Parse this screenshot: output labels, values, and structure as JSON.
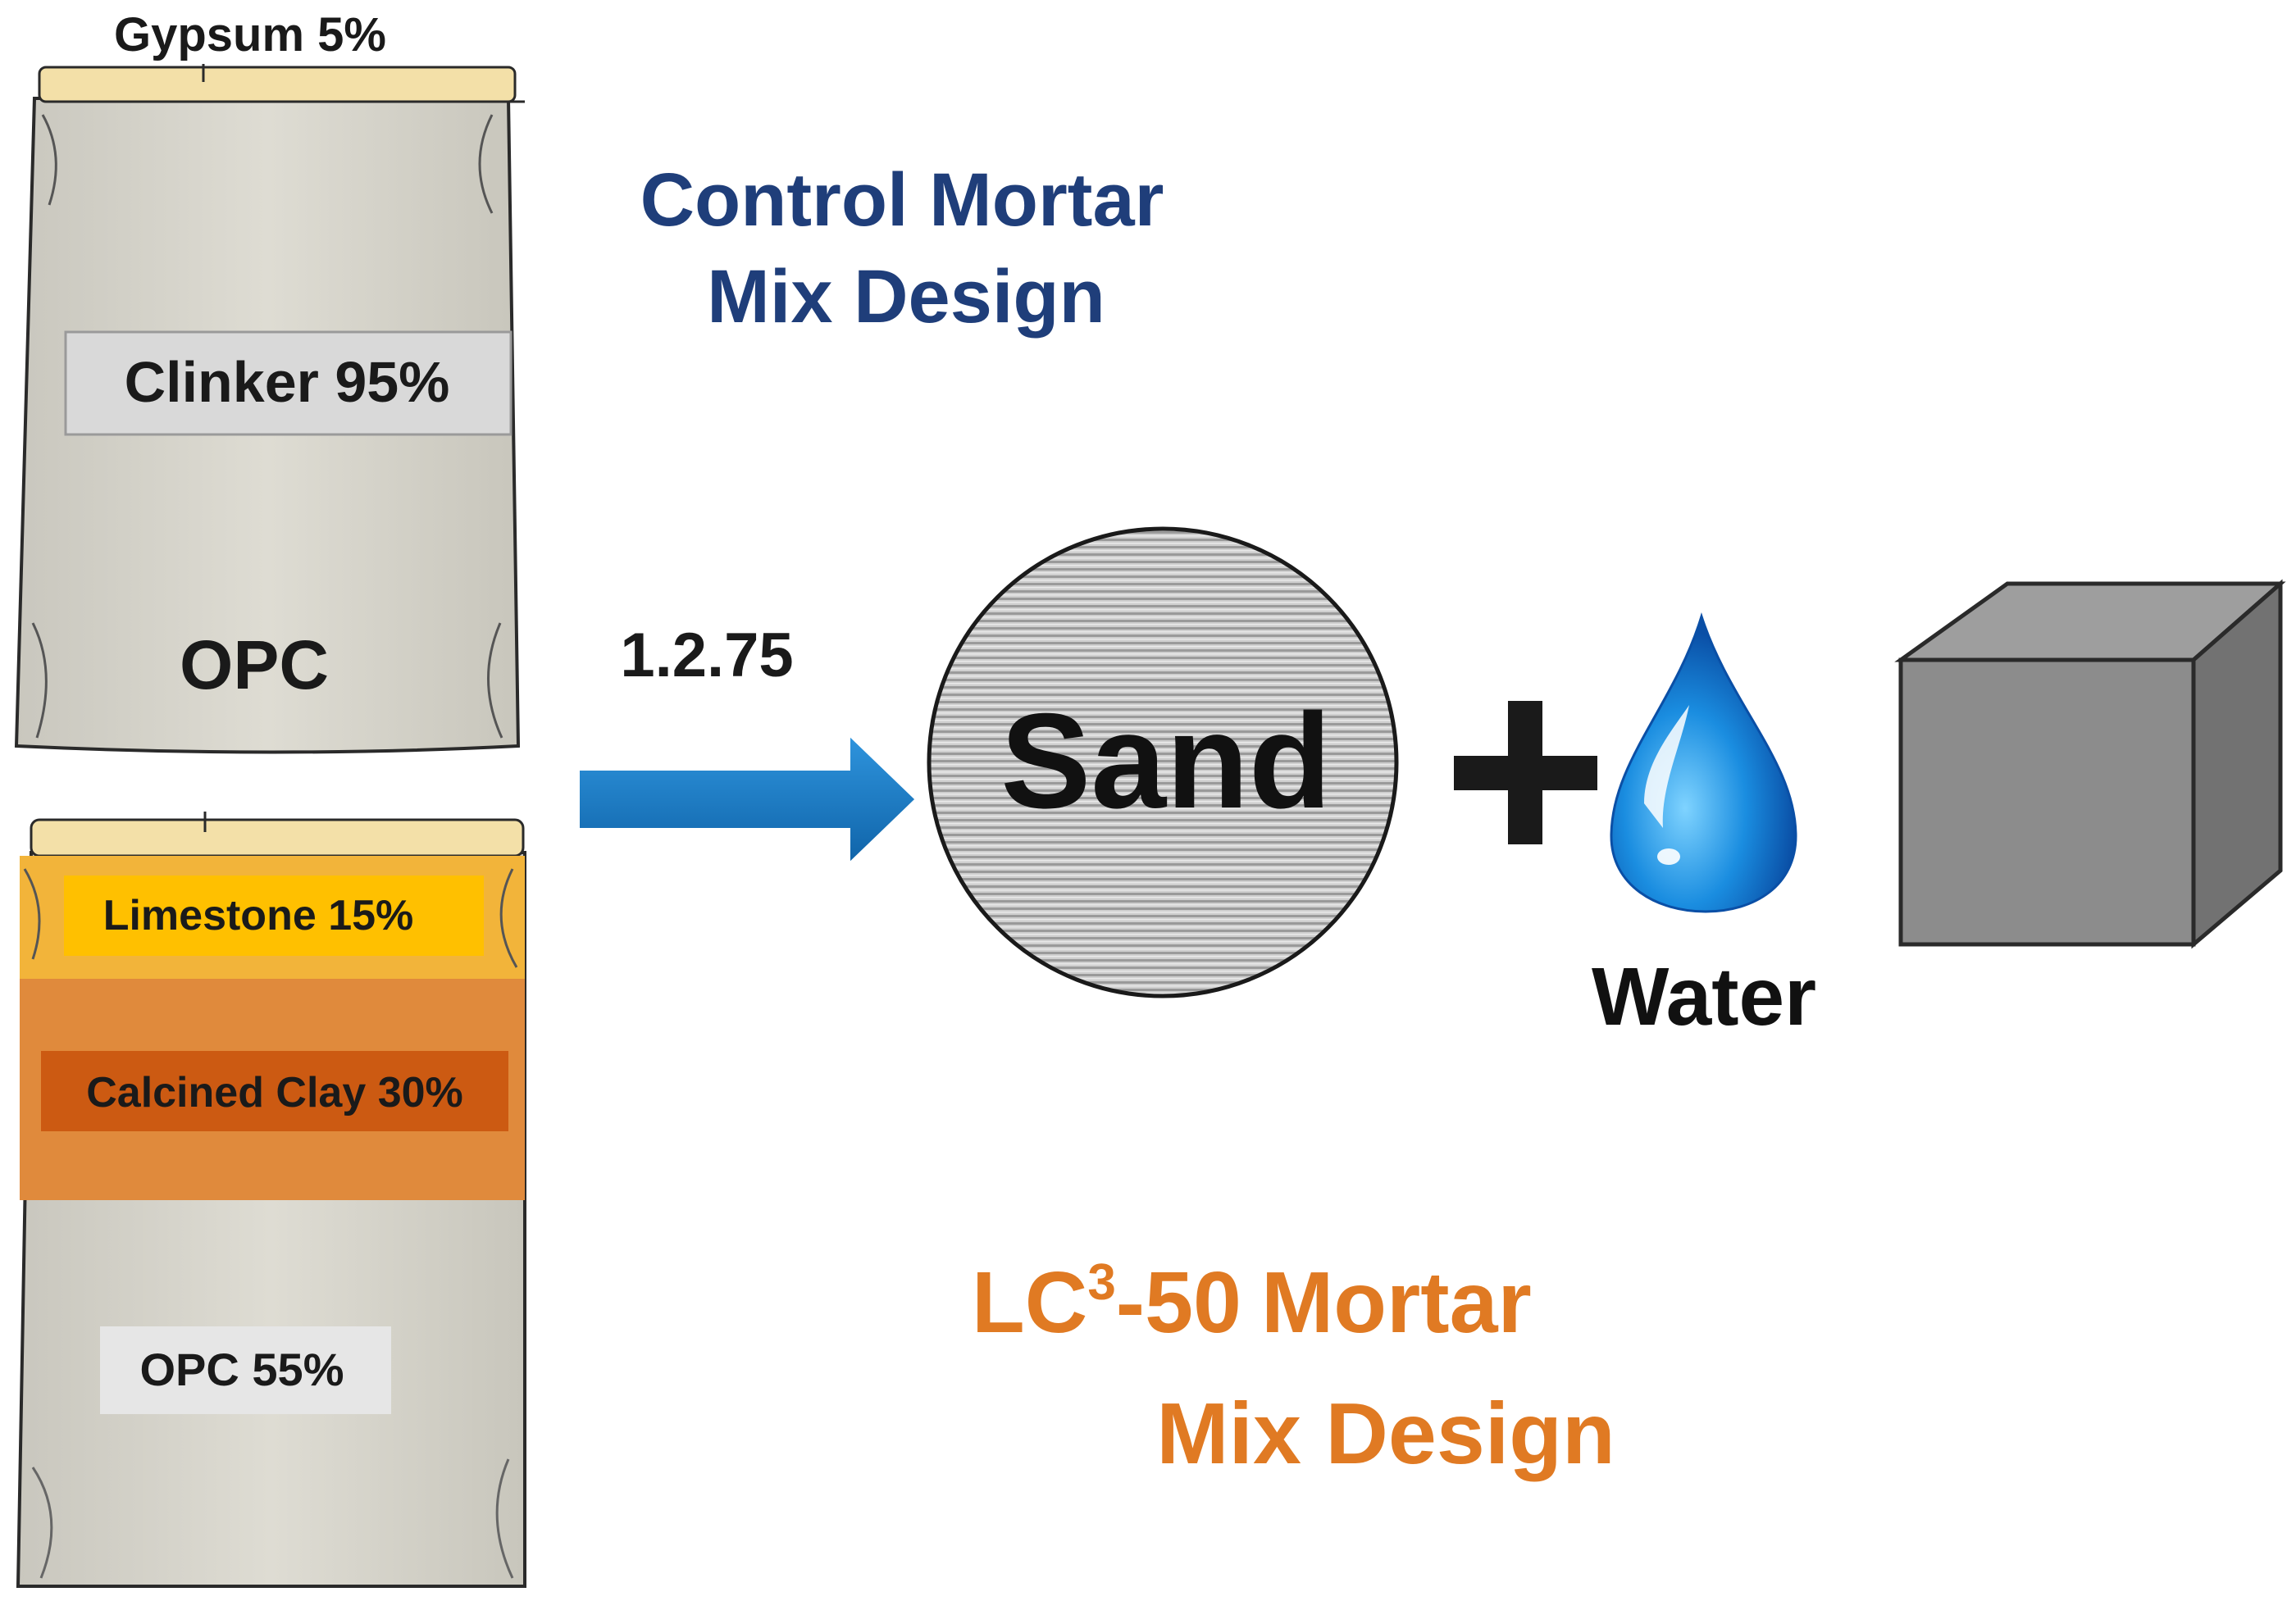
{
  "colors": {
    "title_top": "#1f3e7a",
    "title_bottom": "#e07a23",
    "arrow": "#1577c4",
    "bag_top_fill": "#d8d6cd",
    "gypsum_band": "#f3e0a8",
    "limestone": "#ffc000",
    "limestone_band": "#f2b43a",
    "calcined_clay": "#cc5a12",
    "clay_band": "#e08a3c",
    "water": "#1a78d4",
    "cube_front": "#8c8c8c"
  },
  "opc_bag": {
    "gypsum": "Gypsum 5%",
    "clinker": "Clinker 95%",
    "name": "OPC"
  },
  "lc3_bag": {
    "limestone": "Limestone 15%",
    "calcined_clay": "Calcined Clay 30%",
    "opc": "OPC 55%"
  },
  "ratio": "1.2.75",
  "sand": "Sand",
  "water": "Water",
  "title_control": {
    "line1": "Control Mortar",
    "line2": "Mix Design"
  },
  "title_lc3": {
    "prefix": "LC",
    "superscript": "3",
    "suffix": "-50",
    "word": "Mortar",
    "line2": "Mix Design"
  }
}
